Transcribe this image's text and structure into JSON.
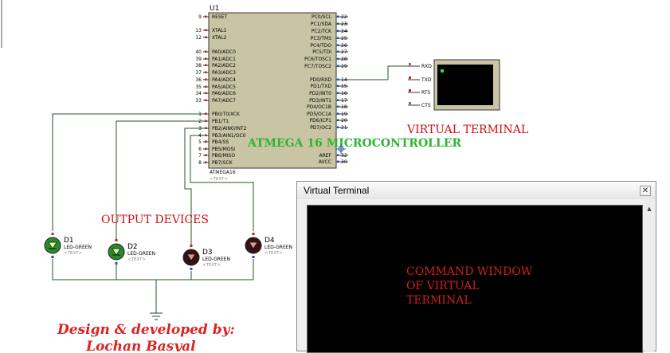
{
  "mcu": {
    "ref": "U1",
    "part": "ATMEGA16",
    "text_placeholder": "<TEXT>",
    "left_pins": [
      {
        "num": "9",
        "name": "RESET"
      },
      {
        "num": "13",
        "name": "XTAL1"
      },
      {
        "num": "12",
        "name": "XTAL2"
      },
      {
        "num": "40",
        "name": "PA0/ADC0"
      },
      {
        "num": "39",
        "name": "PA1/ADC1"
      },
      {
        "num": "38",
        "name": "PA2/ADC2"
      },
      {
        "num": "37",
        "name": "PA3/ADC3"
      },
      {
        "num": "36",
        "name": "PA4/ADC4"
      },
      {
        "num": "35",
        "name": "PA5/ADC5"
      },
      {
        "num": "34",
        "name": "PA6/ADC6"
      },
      {
        "num": "33",
        "name": "PA7/ADC7"
      },
      {
        "num": "1",
        "name": "PB0/T0/XCK"
      },
      {
        "num": "2",
        "name": "PB1/T1"
      },
      {
        "num": "3",
        "name": "PB2/AIN0/INT2"
      },
      {
        "num": "4",
        "name": "PB3/AIN1/OC0"
      },
      {
        "num": "5",
        "name": "PB4/SS"
      },
      {
        "num": "6",
        "name": "PB5/MOSI"
      },
      {
        "num": "7",
        "name": "PB6/MISO"
      },
      {
        "num": "8",
        "name": "PB7/SCK"
      }
    ],
    "right_pins": [
      {
        "num": "22",
        "name": "PC0/SCL"
      },
      {
        "num": "23",
        "name": "PC1/SDA"
      },
      {
        "num": "24",
        "name": "PC2/TCK"
      },
      {
        "num": "25",
        "name": "PC3/TMS"
      },
      {
        "num": "26",
        "name": "PC4/TDO"
      },
      {
        "num": "27",
        "name": "PC5/TDI"
      },
      {
        "num": "28",
        "name": "PC6/TOSC1"
      },
      {
        "num": "29",
        "name": "PC7/TOSC2"
      },
      {
        "num": "14",
        "name": "PD0/RXD"
      },
      {
        "num": "15",
        "name": "PD1/TXD"
      },
      {
        "num": "16",
        "name": "PD2/INT0"
      },
      {
        "num": "17",
        "name": "PD3/INT1"
      },
      {
        "num": "18",
        "name": "PD4/OC1B"
      },
      {
        "num": "19",
        "name": "PD5/OC1A"
      },
      {
        "num": "20",
        "name": "PD6/ICP1"
      },
      {
        "num": "21",
        "name": "PD7/OC2"
      },
      {
        "num": "32",
        "name": "AREF"
      },
      {
        "num": "30",
        "name": "AVCC"
      }
    ]
  },
  "vterm_symbol": {
    "pins": [
      "RXD",
      "TXD",
      "RTS",
      "CTS"
    ]
  },
  "leds": [
    {
      "ref": "D1",
      "part": "LED-GREEN",
      "text": "<TEXT>",
      "lit": true
    },
    {
      "ref": "D2",
      "part": "LED-GREEN",
      "text": "<TEXT>",
      "lit": true
    },
    {
      "ref": "D3",
      "part": "LED-GREEN",
      "text": "<TEXT>",
      "lit": false
    },
    {
      "ref": "D4",
      "part": "LED-GREEN",
      "text": "<TEXT>",
      "lit": false
    }
  ],
  "annotations": {
    "mcu_label": "ATMEGA 16 MICROCONTROLLER",
    "vt_label": "VIRTUAL TERMINAL",
    "output_label": "OUTPUT DEVICES",
    "credit_line1": "Design & developed by:",
    "credit_line2": "Lochan Basyal"
  },
  "vt_window": {
    "title": "Virtual Terminal",
    "close_glyph": "✕",
    "screen_lines": [
      "COMMAND WINDOW",
      "OF VIRTUAL",
      "TERMINAL"
    ]
  },
  "colors": {
    "chip_fill": "#c8c4a4",
    "wire": "#1f5a1f",
    "led_lit": "#2a8a2a",
    "led_dark": "#3a1010",
    "annotation_red": "#cc1111",
    "annotation_green": "#2fb42f"
  }
}
